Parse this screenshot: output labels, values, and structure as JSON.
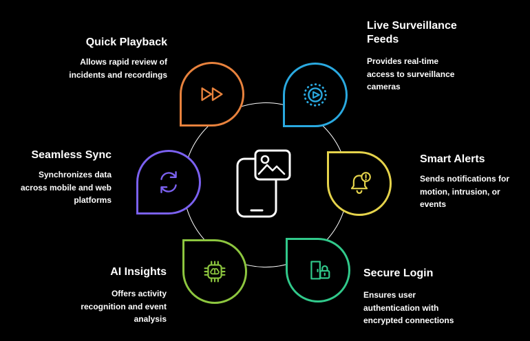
{
  "colors": {
    "background": "#000000",
    "ring": "#FFFFFF",
    "text": "#FFFFFF"
  },
  "center": {
    "icon": "smartphone-gallery-icon"
  },
  "features": [
    {
      "id": "quick-playback",
      "title": "Quick Playback",
      "description": "Allows rapid review of incidents and recordings",
      "color": "#E8823D",
      "icon": "fast-forward-icon"
    },
    {
      "id": "live-surveillance-feeds",
      "title": "Live Surveillance Feeds",
      "description": "Provides real-time access to surveillance cameras",
      "color": "#2AA9E0",
      "icon": "live-play-icon"
    },
    {
      "id": "seamless-sync",
      "title": "Seamless Sync",
      "description": "Synchronizes data across mobile and web platforms",
      "color": "#7B61F0",
      "icon": "sync-icon"
    },
    {
      "id": "smart-alerts",
      "title": "Smart Alerts",
      "description": "Sends notifications for motion, intrusion, or events",
      "color": "#E5D34B",
      "icon": "alert-bell-icon"
    },
    {
      "id": "ai-insights",
      "title": "AI Insights",
      "description": "Offers activity recognition and event analysis",
      "color": "#8DC63F",
      "icon": "ai-chip-icon"
    },
    {
      "id": "secure-login",
      "title": "Secure Login",
      "description": "Ensures user authentication with encrypted connections",
      "color": "#31C98B",
      "icon": "door-lock-icon"
    }
  ]
}
